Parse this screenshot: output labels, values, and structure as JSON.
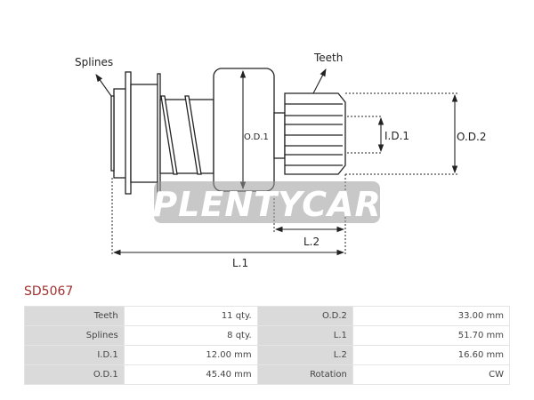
{
  "diagram": {
    "labels": {
      "splines": "Splines",
      "teeth": "Teeth",
      "od1": "O.D.1",
      "id1": "I.D.1",
      "od2": "O.D.2",
      "l1": "L.1",
      "l2": "L.2"
    },
    "watermark": "PLENTYCAR"
  },
  "part_code": "SD5067",
  "specs": [
    {
      "k1": "Teeth",
      "v1": "11 qty.",
      "k2": "O.D.2",
      "v2": "33.00 mm"
    },
    {
      "k1": "Splines",
      "v1": "8 qty.",
      "k2": "L.1",
      "v2": "51.70 mm"
    },
    {
      "k1": "I.D.1",
      "v1": "12.00 mm",
      "k2": "L.2",
      "v2": "16.60 mm"
    },
    {
      "k1": "O.D.1",
      "v1": "45.40 mm",
      "k2": "Rotation",
      "v2": "CW"
    }
  ]
}
